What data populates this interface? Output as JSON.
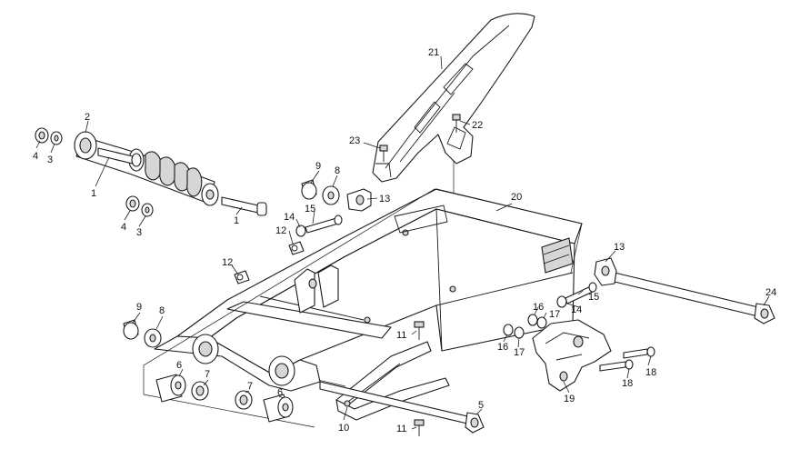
{
  "diagram": {
    "type": "exploded-parts-diagram",
    "colors": {
      "line": "#1a1a1a",
      "fill": "#ffffff",
      "shade": "#d6d6d6",
      "background": "#ffffff"
    },
    "callouts": [
      "1",
      "1",
      "2",
      "3",
      "3",
      "4",
      "4",
      "5",
      "6",
      "6",
      "7",
      "7",
      "8",
      "8",
      "9",
      "9",
      "10",
      "11",
      "11",
      "12",
      "12",
      "13",
      "13",
      "14",
      "14",
      "15",
      "15",
      "16",
      "16",
      "17",
      "17",
      "18",
      "18",
      "19",
      "20",
      "21",
      "22",
      "23",
      "24"
    ]
  }
}
